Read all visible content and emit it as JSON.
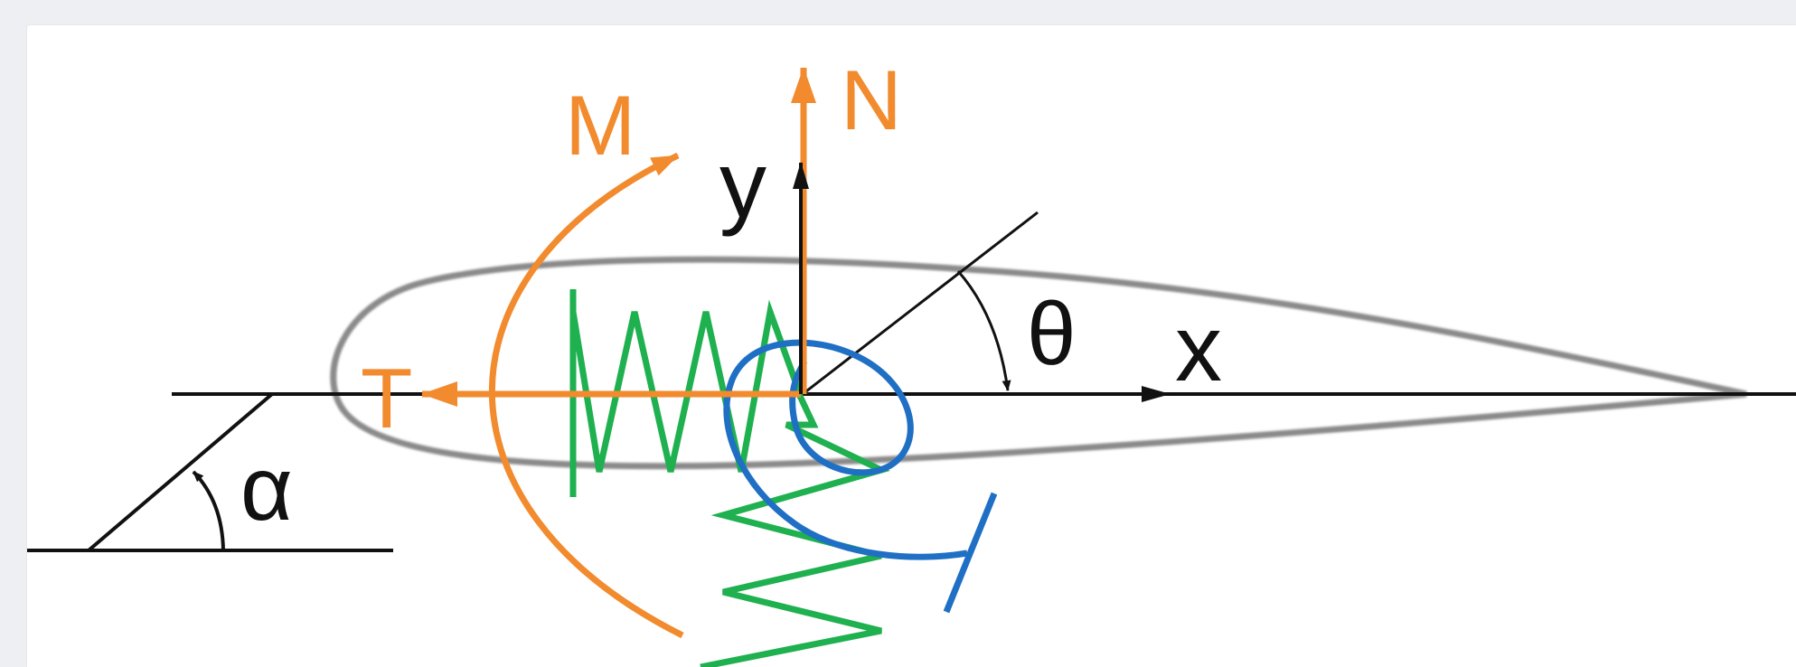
{
  "labels": {
    "moment": "M",
    "normal": "N",
    "y_axis": "y",
    "x_axis": "x",
    "tangential": "T",
    "theta": "θ",
    "alpha": "α"
  },
  "colors": {
    "orange": "#f28a2e",
    "green": "#1fb04f",
    "blue": "#1f6fc4",
    "black": "#111111",
    "airfoil": "#8a8a8a"
  }
}
